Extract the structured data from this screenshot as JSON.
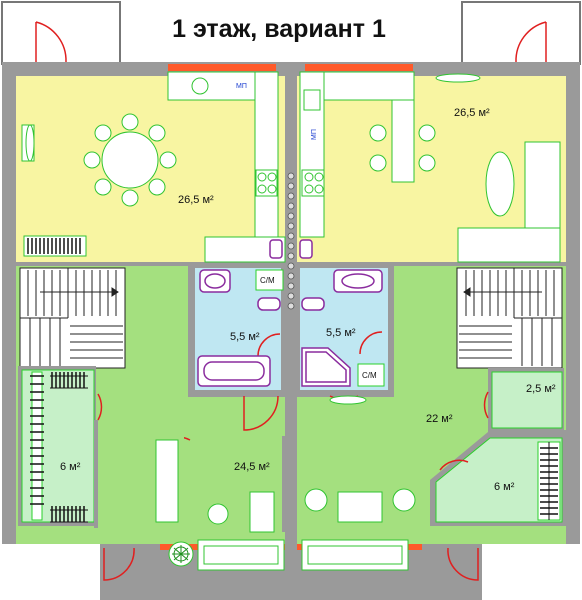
{
  "title": "1 этаж, вариант 1",
  "rooms": {
    "kitchen_left": "26,5 м²",
    "kitchen_right": "26,5 м²",
    "bath_left": "5,5 м²",
    "bath_right": "5,5 м²",
    "living_left": "24,5 м²",
    "living_right": "22 м²",
    "closet_left": "6 м²",
    "closet_right": "6 м²",
    "storage_right": "2,5 м²"
  },
  "labels": {
    "dishwasher": "МП",
    "washer": "С/М"
  },
  "colors": {
    "wall": "#9a9a9a",
    "kitchen": "#f8f5a2",
    "living": "#a4e07f",
    "bath": "#bfe7f2",
    "closet": "#c6f0c8",
    "outline": "#2bd12b",
    "furniture_line": "#31c431",
    "bath_fixture": "#8a2c9e",
    "window": "#ff5a2a",
    "door": "#e02020"
  }
}
